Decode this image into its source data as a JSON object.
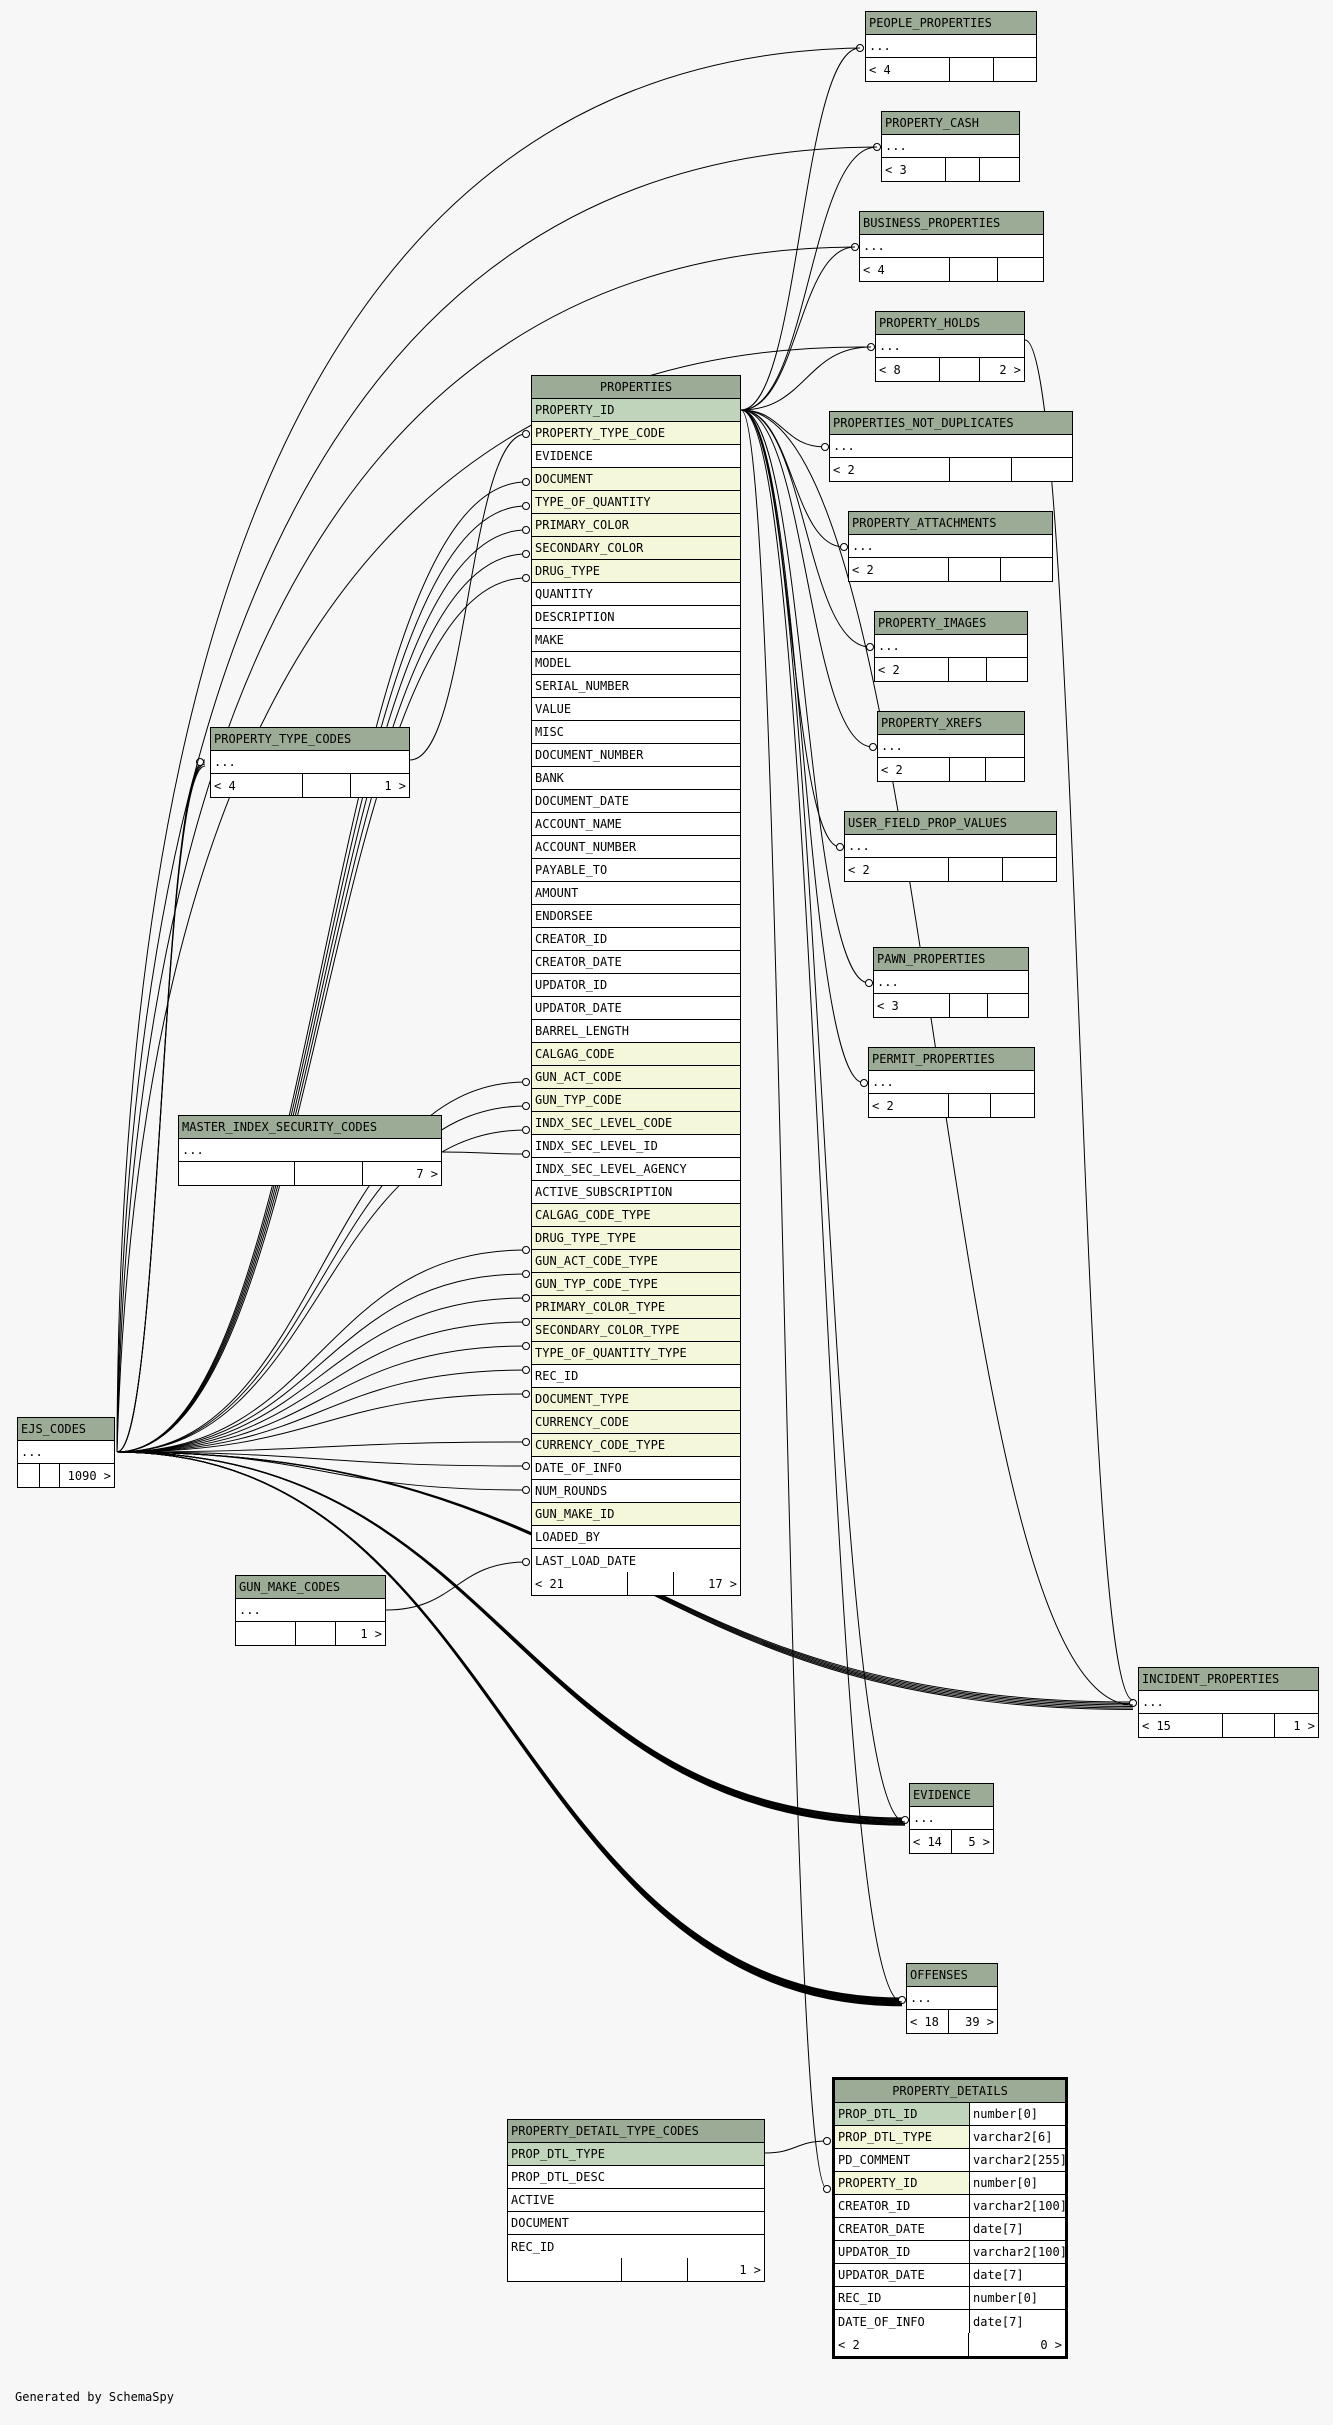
{
  "generated_by": "Generated by SchemaSpy",
  "tables": {
    "people_properties": {
      "name": "PEOPLE_PROPERTIES",
      "body": "...",
      "footer": [
        "< 4",
        "",
        ""
      ]
    },
    "property_cash": {
      "name": "PROPERTY_CASH",
      "body": "...",
      "footer": [
        "< 3",
        "",
        ""
      ]
    },
    "business_properties": {
      "name": "BUSINESS_PROPERTIES",
      "body": "...",
      "footer": [
        "< 4",
        "",
        ""
      ]
    },
    "property_holds": {
      "name": "PROPERTY_HOLDS",
      "body": "...",
      "footer": [
        "< 8",
        "",
        "2 >"
      ]
    },
    "properties_not_duplicates": {
      "name": "PROPERTIES_NOT_DUPLICATES",
      "body": "...",
      "footer": [
        "< 2",
        "",
        ""
      ]
    },
    "property_attachments": {
      "name": "PROPERTY_ATTACHMENTS",
      "body": "...",
      "footer": [
        "< 2",
        "",
        ""
      ]
    },
    "property_images": {
      "name": "PROPERTY_IMAGES",
      "body": "...",
      "footer": [
        "< 2",
        "",
        ""
      ]
    },
    "property_xrefs": {
      "name": "PROPERTY_XREFS",
      "body": "...",
      "footer": [
        "< 2",
        "",
        ""
      ]
    },
    "user_field_prop_values": {
      "name": "USER_FIELD_PROP_VALUES",
      "body": "...",
      "footer": [
        "< 2",
        "",
        ""
      ]
    },
    "pawn_properties": {
      "name": "PAWN_PROPERTIES",
      "body": "...",
      "footer": [
        "< 3",
        "",
        ""
      ]
    },
    "permit_properties": {
      "name": "PERMIT_PROPERTIES",
      "body": "...",
      "footer": [
        "< 2",
        "",
        ""
      ]
    },
    "property_type_codes": {
      "name": "PROPERTY_TYPE_CODES",
      "body": "...",
      "footer": [
        "< 4",
        "",
        "1 >"
      ]
    },
    "master_index_security_codes": {
      "name": "MASTER_INDEX_SECURITY_CODES",
      "body": "...",
      "footer": [
        "",
        "",
        "7 >"
      ]
    },
    "ejs_codes": {
      "name": "EJS_CODES",
      "body": "...",
      "footer": [
        "",
        "",
        "1090 >"
      ]
    },
    "gun_make_codes": {
      "name": "GUN_MAKE_CODES",
      "body": "...",
      "footer": [
        "",
        "",
        "1 >"
      ]
    },
    "incident_properties": {
      "name": "INCIDENT_PROPERTIES",
      "body": "...",
      "footer": [
        "< 15",
        "",
        "1 >"
      ]
    },
    "evidence": {
      "name": "EVIDENCE",
      "body": "...",
      "footer": [
        "< 14",
        "5 >"
      ]
    },
    "offenses": {
      "name": "OFFENSES",
      "body": "...",
      "footer": [
        "< 18",
        "39 >"
      ]
    }
  },
  "properties": {
    "name": "PROPERTIES",
    "columns": [
      {
        "name": "PROPERTY_ID",
        "kind": "pk"
      },
      {
        "name": "PROPERTY_TYPE_CODE",
        "kind": "fk"
      },
      {
        "name": "EVIDENCE",
        "kind": ""
      },
      {
        "name": "DOCUMENT",
        "kind": "fk"
      },
      {
        "name": "TYPE_OF_QUANTITY",
        "kind": "fk"
      },
      {
        "name": "PRIMARY_COLOR",
        "kind": "fk"
      },
      {
        "name": "SECONDARY_COLOR",
        "kind": "fk"
      },
      {
        "name": "DRUG_TYPE",
        "kind": "fk"
      },
      {
        "name": "QUANTITY",
        "kind": ""
      },
      {
        "name": "DESCRIPTION",
        "kind": ""
      },
      {
        "name": "MAKE",
        "kind": ""
      },
      {
        "name": "MODEL",
        "kind": ""
      },
      {
        "name": "SERIAL_NUMBER",
        "kind": ""
      },
      {
        "name": "VALUE",
        "kind": ""
      },
      {
        "name": "MISC",
        "kind": ""
      },
      {
        "name": "DOCUMENT_NUMBER",
        "kind": ""
      },
      {
        "name": "BANK",
        "kind": ""
      },
      {
        "name": "DOCUMENT_DATE",
        "kind": ""
      },
      {
        "name": "ACCOUNT_NAME",
        "kind": ""
      },
      {
        "name": "ACCOUNT_NUMBER",
        "kind": ""
      },
      {
        "name": "PAYABLE_TO",
        "kind": ""
      },
      {
        "name": "AMOUNT",
        "kind": ""
      },
      {
        "name": "ENDORSEE",
        "kind": ""
      },
      {
        "name": "CREATOR_ID",
        "kind": ""
      },
      {
        "name": "CREATOR_DATE",
        "kind": ""
      },
      {
        "name": "UPDATOR_ID",
        "kind": ""
      },
      {
        "name": "UPDATOR_DATE",
        "kind": ""
      },
      {
        "name": "BARREL_LENGTH",
        "kind": ""
      },
      {
        "name": "CALGAG_CODE",
        "kind": "fk"
      },
      {
        "name": "GUN_ACT_CODE",
        "kind": "fk"
      },
      {
        "name": "GUN_TYP_CODE",
        "kind": "fk"
      },
      {
        "name": "INDX_SEC_LEVEL_CODE",
        "kind": "fk"
      },
      {
        "name": "INDX_SEC_LEVEL_ID",
        "kind": ""
      },
      {
        "name": "INDX_SEC_LEVEL_AGENCY",
        "kind": ""
      },
      {
        "name": "ACTIVE_SUBSCRIPTION",
        "kind": ""
      },
      {
        "name": "CALGAG_CODE_TYPE",
        "kind": "fk"
      },
      {
        "name": "DRUG_TYPE_TYPE",
        "kind": "fk"
      },
      {
        "name": "GUN_ACT_CODE_TYPE",
        "kind": "fk"
      },
      {
        "name": "GUN_TYP_CODE_TYPE",
        "kind": "fk"
      },
      {
        "name": "PRIMARY_COLOR_TYPE",
        "kind": "fk"
      },
      {
        "name": "SECONDARY_COLOR_TYPE",
        "kind": "fk"
      },
      {
        "name": "TYPE_OF_QUANTITY_TYPE",
        "kind": "fk"
      },
      {
        "name": "REC_ID",
        "kind": ""
      },
      {
        "name": "DOCUMENT_TYPE",
        "kind": "fk"
      },
      {
        "name": "CURRENCY_CODE",
        "kind": "fk"
      },
      {
        "name": "CURRENCY_CODE_TYPE",
        "kind": "fk"
      },
      {
        "name": "DATE_OF_INFO",
        "kind": ""
      },
      {
        "name": "NUM_ROUNDS",
        "kind": ""
      },
      {
        "name": "GUN_MAKE_ID",
        "kind": "fk"
      },
      {
        "name": "LOADED_BY",
        "kind": ""
      },
      {
        "name": "LAST_LOAD_DATE",
        "kind": ""
      }
    ],
    "footer": [
      "< 21",
      "",
      "17 >"
    ]
  },
  "property_detail_type_codes": {
    "name": "PROPERTY_DETAIL_TYPE_CODES",
    "columns": [
      {
        "name": "PROP_DTL_TYPE",
        "kind": "pk"
      },
      {
        "name": "PROP_DTL_DESC",
        "kind": ""
      },
      {
        "name": "ACTIVE",
        "kind": ""
      },
      {
        "name": "DOCUMENT",
        "kind": ""
      },
      {
        "name": "REC_ID",
        "kind": ""
      }
    ],
    "footer": [
      "",
      "",
      "1 >"
    ]
  },
  "property_details": {
    "name": "PROPERTY_DETAILS",
    "columns": [
      {
        "name": "PROP_DTL_ID",
        "type": "number[0]",
        "kind": "pk"
      },
      {
        "name": "PROP_DTL_TYPE",
        "type": "varchar2[6]",
        "kind": "fk"
      },
      {
        "name": "PD_COMMENT",
        "type": "varchar2[255]",
        "kind": ""
      },
      {
        "name": "PROPERTY_ID",
        "type": "number[0]",
        "kind": "fk"
      },
      {
        "name": "CREATOR_ID",
        "type": "varchar2[100]",
        "kind": ""
      },
      {
        "name": "CREATOR_DATE",
        "type": "date[7]",
        "kind": ""
      },
      {
        "name": "UPDATOR_ID",
        "type": "varchar2[100]",
        "kind": ""
      },
      {
        "name": "UPDATOR_DATE",
        "type": "date[7]",
        "kind": ""
      },
      {
        "name": "REC_ID",
        "type": "number[0]",
        "kind": ""
      },
      {
        "name": "DATE_OF_INFO",
        "type": "date[7]",
        "kind": ""
      }
    ],
    "footer": [
      "< 2",
      "",
      "0 >"
    ]
  },
  "colors": {
    "header": "#9bab96",
    "pk": "#bfd4bb",
    "fk": "#f4f7da",
    "background": "#f7f7f7"
  }
}
